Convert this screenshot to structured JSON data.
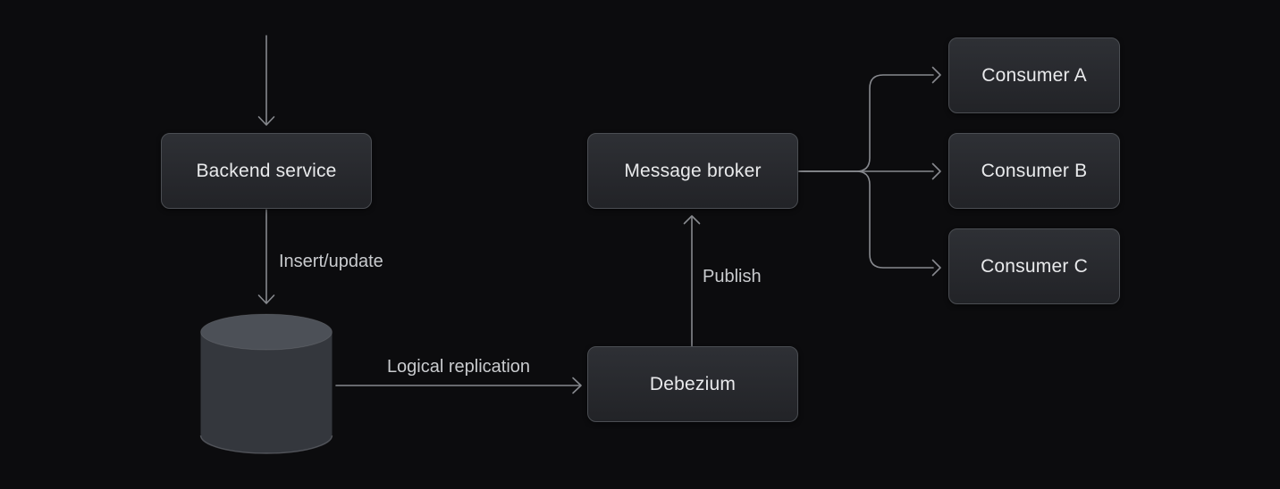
{
  "colors": {
    "background": "#0c0c0e",
    "node-fill-top": "#2e3035",
    "node-fill-bottom": "#222327",
    "node-border": "#4b4e53",
    "node-text": "#e9eaec",
    "connector": "#87898e",
    "edge-label": "#c9cbce",
    "cylinder-top": "#4c5057",
    "cylinder-body": "#34373d",
    "cylinder-rim": "#606369"
  },
  "diagram": {
    "nodes": {
      "backend": {
        "label": "Backend service"
      },
      "database": {
        "icon": "database-cylinder-icon"
      },
      "broker": {
        "label": "Message broker"
      },
      "debezium": {
        "label": "Debezium"
      },
      "consumer_a": {
        "label": "Consumer A"
      },
      "consumer_b": {
        "label": "Consumer B"
      },
      "consumer_c": {
        "label": "Consumer C"
      }
    },
    "edge_labels": {
      "insert_update": "Insert/update",
      "logical_replication": "Logical replication",
      "publish": "Publish"
    }
  }
}
